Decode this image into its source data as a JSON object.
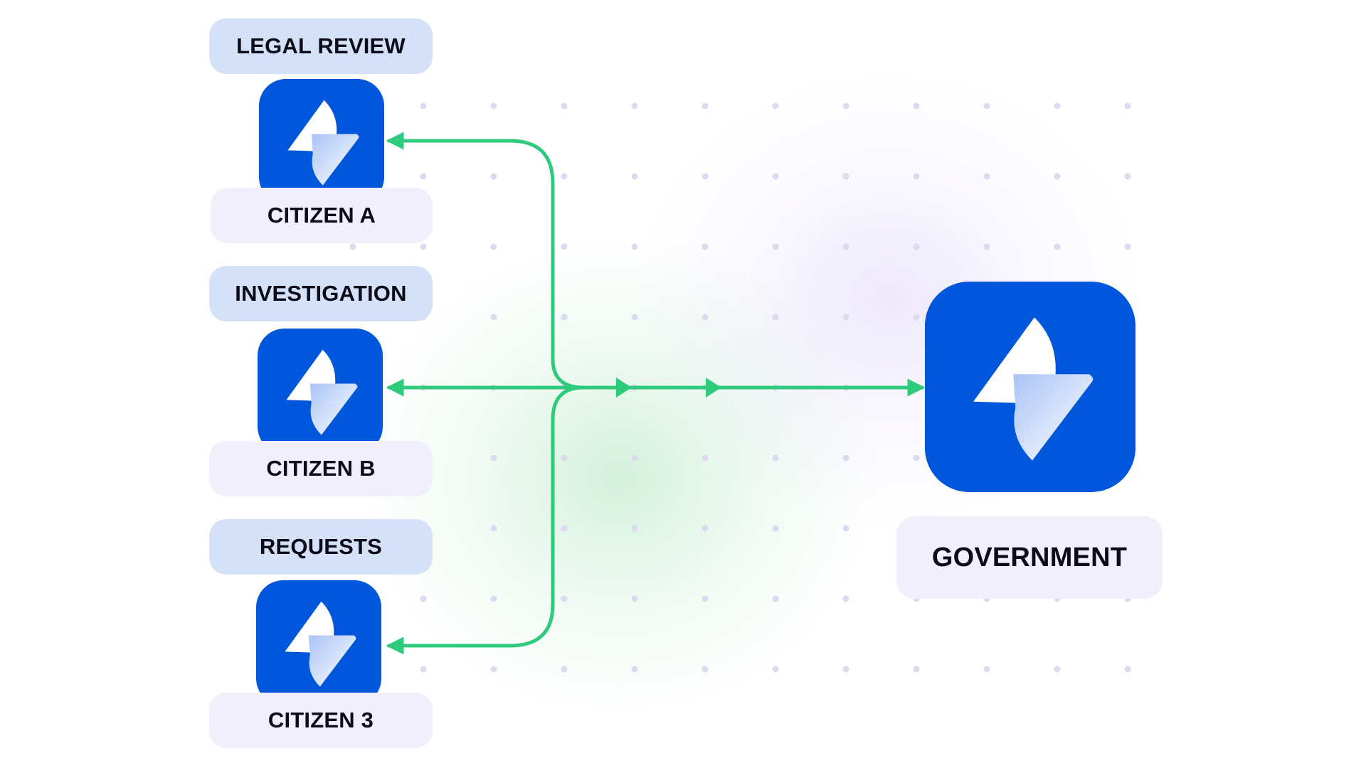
{
  "diagram": {
    "nodes": [
      {
        "id": "citizen-a",
        "tag": "LEGAL REVIEW",
        "name": "CITIZEN A"
      },
      {
        "id": "citizen-b",
        "tag": "INVESTIGATION",
        "name": "CITIZEN B"
      },
      {
        "id": "citizen-3",
        "tag": "REQUESTS",
        "name": "CITIZEN 3"
      }
    ],
    "hub": {
      "id": "government",
      "name": "GOVERNMENT"
    },
    "connections": [
      {
        "from": "government",
        "to": "citizen-a"
      },
      {
        "from": "government",
        "to": "citizen-b"
      },
      {
        "from": "government",
        "to": "citizen-3"
      },
      {
        "from": "citizen-b",
        "to": "government"
      }
    ],
    "colors": {
      "connector": "#2fcb7d",
      "icon_bg": "#0057dc",
      "tag_bg": "#d5e1f6",
      "name_bg": "#f1effc",
      "dot": "#dcd9f0"
    },
    "icons": [
      "app-logo-icon"
    ]
  }
}
